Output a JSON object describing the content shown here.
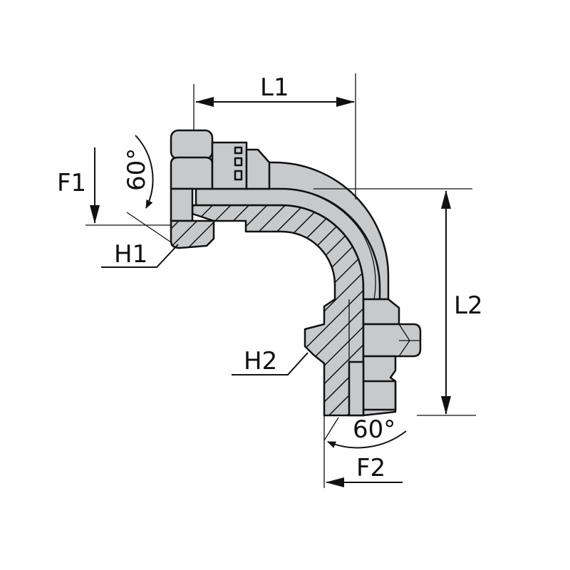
{
  "diagram": {
    "title": "90° elbow swivel fitting",
    "labels": {
      "L1": "L1",
      "L2": "L2",
      "F1": "F1",
      "F2": "F2",
      "H1": "H1",
      "H2": "H2",
      "angle1": "60°",
      "angle2": "60°"
    },
    "colors": {
      "body": "#c7c9cb",
      "line": "#111111"
    }
  }
}
